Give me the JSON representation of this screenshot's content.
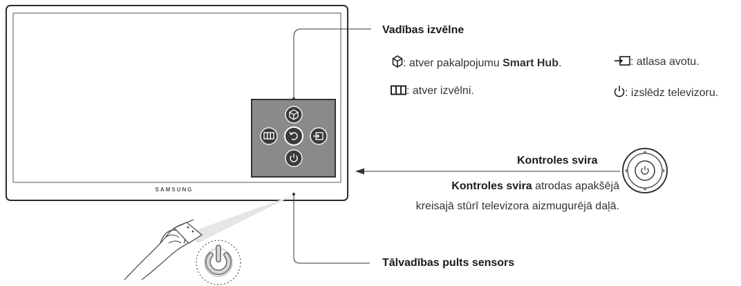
{
  "tv": {
    "brand": "SAMSUNG"
  },
  "control_menu": {
    "title": "Vadības izvēlne",
    "items": [
      {
        "icon": "smart-hub-icon",
        "text_before": ": atver pakalpojumu ",
        "text_bold": "Smart Hub",
        "text_after": "."
      },
      {
        "icon": "source-icon",
        "text": ": atlasa avotu."
      },
      {
        "icon": "menu-icon",
        "text": ": atver izvēlni."
      },
      {
        "icon": "power-icon",
        "text": ": izslēdz televizoru."
      }
    ]
  },
  "control_stick": {
    "label": "Kontroles svira",
    "desc_bold": "Kontroles svira",
    "desc_line1_rest": " atrodas apakšējā",
    "desc_line2": "kreisajā stūrī televizora aizmugurējā daļā."
  },
  "remote_sensor": {
    "label": "Tālvadības pults sensors"
  }
}
